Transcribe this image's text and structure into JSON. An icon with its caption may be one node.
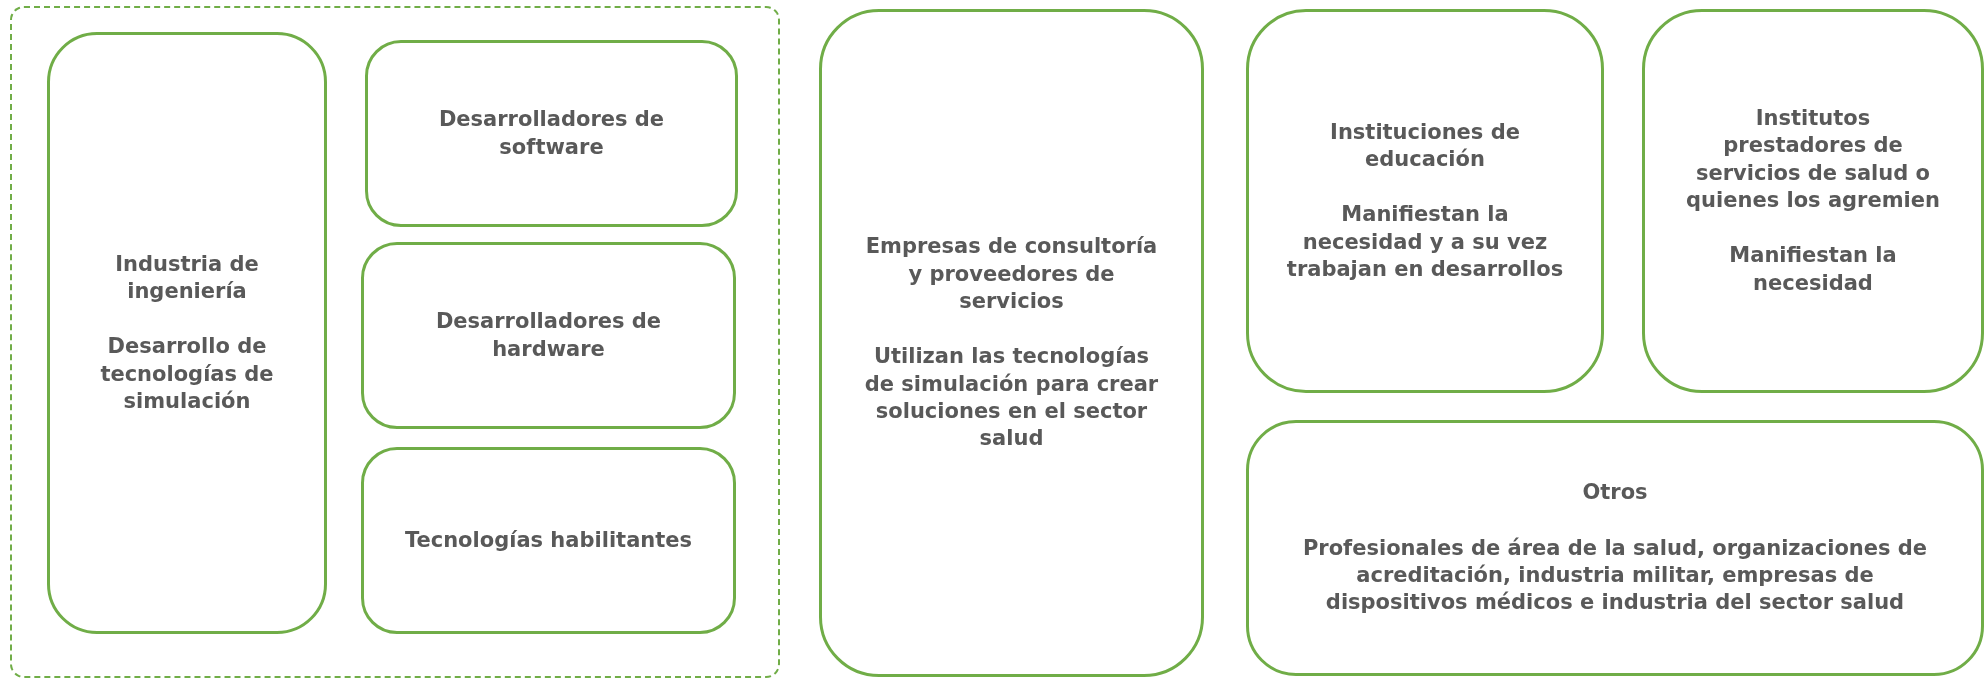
{
  "diagram": {
    "nodes": [
      {
        "text": [],
        "shape": "box"
      },
      {
        "text": [
          "Industria de ingeniería",
          "Desarrollo de tecnologías de simulación"
        ],
        "in": 0
      },
      {
        "text": [
          "Desarrolladores de software"
        ],
        "in": 0
      },
      {
        "text": [
          "Desarrolladores de hardware"
        ],
        "in": 0
      },
      {
        "text": [
          "Tecnologías habilitantes"
        ],
        "in": 0
      },
      {
        "text": [
          "Empresas de consultoría y proveedores de servicios",
          "Utilizan las tecnologías de simulación para crear soluciones en el sector salud"
        ]
      },
      {
        "text": [
          "Instituciones de educación",
          "Manifiestan la necesidad y a su vez trabajan en desarrollos"
        ]
      },
      {
        "text": [
          "Institutos prestadores de servicios de salud o quienes los agremien",
          "Manifiestan la necesidad"
        ]
      },
      {
        "text": [
          "Otros",
          "Profesionales de área de la salud, organizaciones de acreditación, industria militar, empresas de dispositivos médicos e industria del sector salud"
        ]
      }
    ]
  }
}
